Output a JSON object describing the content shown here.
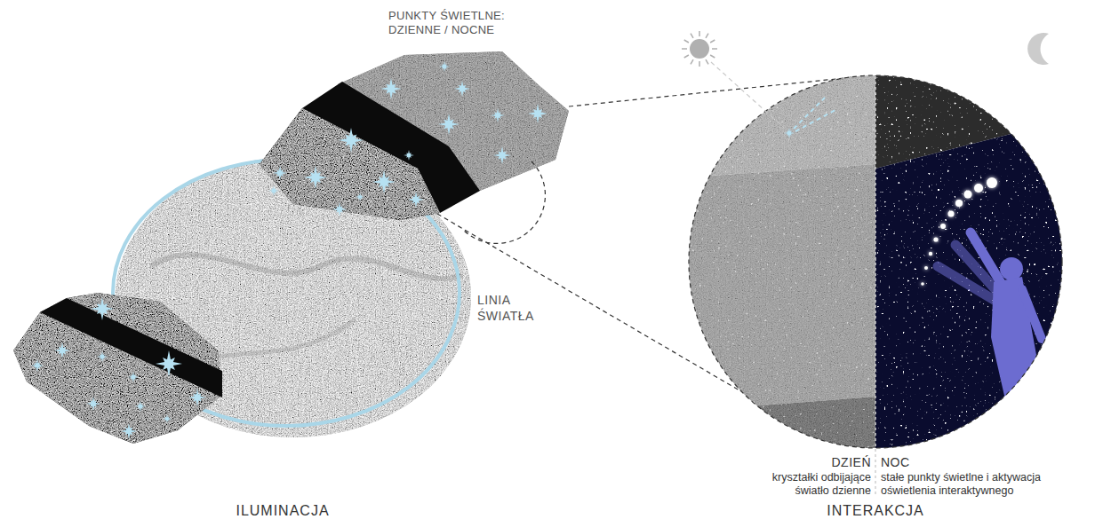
{
  "diagram": {
    "labels": [
      "PUNKTY ŚWIETLNE: DZIENNE / NOCNE",
      "LINIA ŚWIATŁA",
      "DZIEŃ",
      "kryształki odbijające światło dzienne",
      "NOC",
      "stałe punkty świetlne i aktywacja oświetlenia interaktywnego",
      "ILUMINACJA",
      "INTERAKCJA"
    ]
  }
}
